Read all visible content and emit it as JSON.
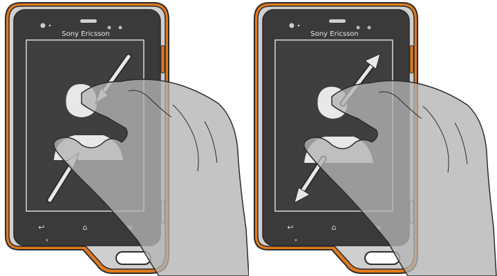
{
  "illustrations": [
    {
      "id": "pinch-zoom-out",
      "gesture": "pinch-in",
      "brand_label": "Sony Ericsson",
      "nav_icons": [
        "back-icon",
        "home-icon",
        "menu-icon"
      ],
      "arrows": "inward"
    },
    {
      "id": "pinch-zoom-in",
      "gesture": "spread-out",
      "brand_label": "Sony Ericsson",
      "nav_icons": [
        "back-icon",
        "home-icon",
        "menu-icon"
      ],
      "arrows": "outward"
    }
  ],
  "colors": {
    "phone_body": "#3a3a3a",
    "phone_trim": "#e07a1f",
    "screen": "#3f3f3f",
    "screen_frame": "#d9d9d9",
    "hand_overlay": "#b3b3b3"
  }
}
